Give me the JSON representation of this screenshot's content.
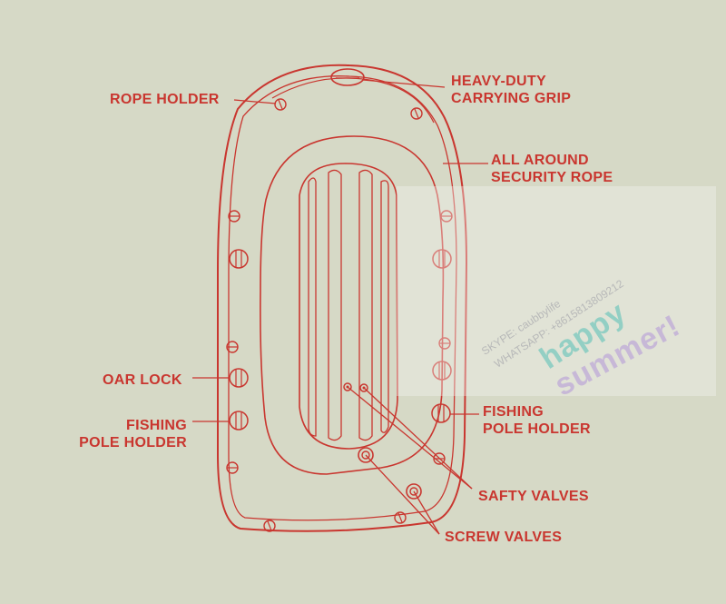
{
  "colors": {
    "ink": "#c9362f",
    "paper": "#d6d9c6"
  },
  "labels": {
    "rope_holder": "ROPE HOLDER",
    "carrying_grip_line1": "HEAVY-DUTY",
    "carrying_grip_line2": "CARRYING GRIP",
    "security_rope_line1": "ALL AROUND",
    "security_rope_line2": "SECURITY ROPE",
    "oar_lock": "OAR LOCK",
    "fishing_left_line1": "FISHING",
    "fishing_left_line2": "POLE HOLDER",
    "fishing_right_line1": "FISHING",
    "fishing_right_line2": "POLE HOLDER",
    "safety_valves": "SAFTY VALVES",
    "screw_valves": "SCREW VALVES"
  },
  "watermark": {
    "skype": "SKYPE: caubbylife",
    "whatsapp": "WHATSAPP: +8615813809212",
    "word1": "happy",
    "word2": "summer!"
  }
}
